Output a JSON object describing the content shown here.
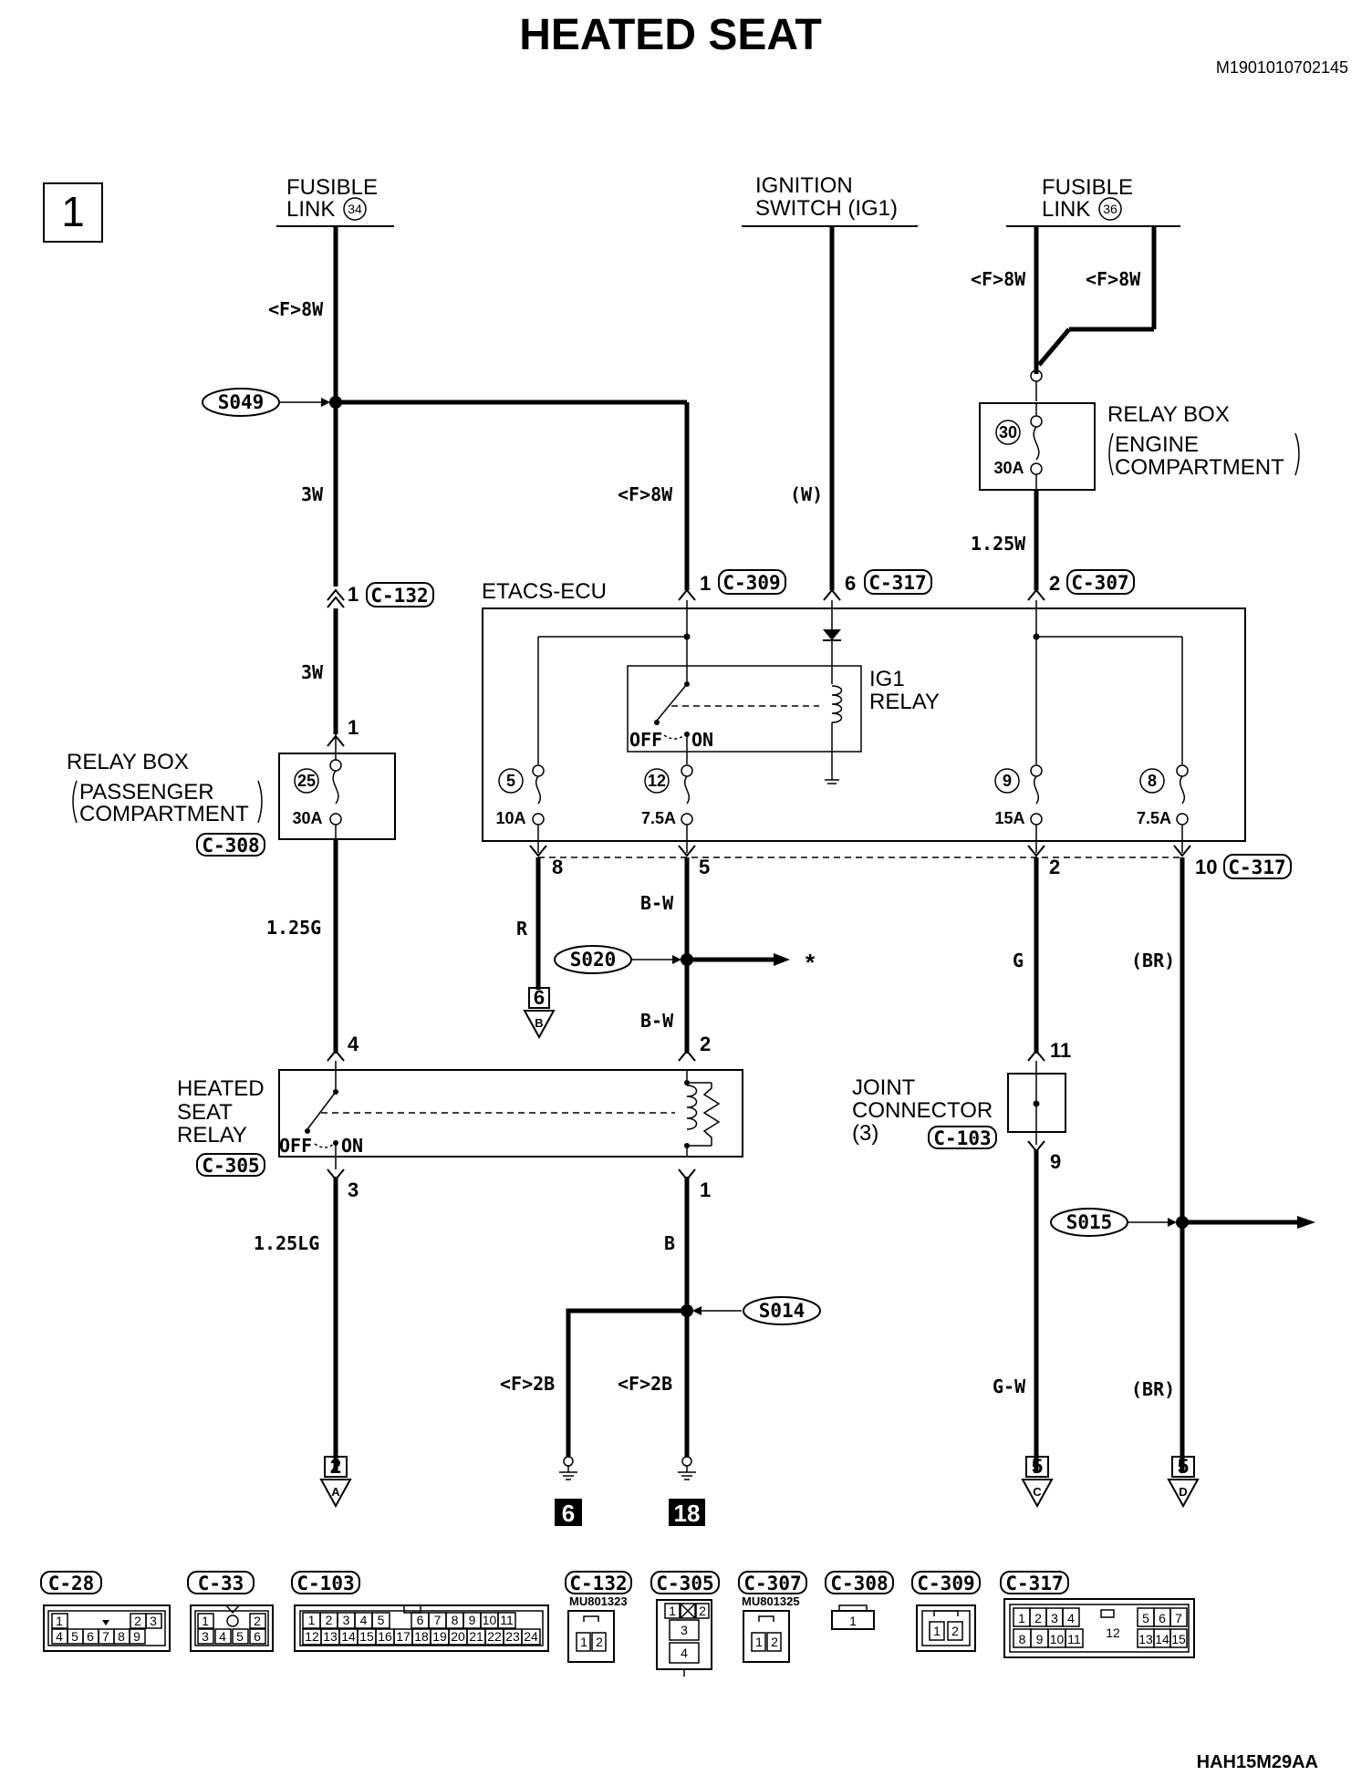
{
  "title": "HEATED SEAT",
  "code_top": "M1901010702145",
  "code_bottom": "HAH15M29AA",
  "page_box": "1",
  "power_sources": {
    "fusible_link_34": {
      "line1": "FUSIBLE",
      "line2": "LINK",
      "num": "34"
    },
    "ignition_switch": {
      "line1": "IGNITION",
      "line2": "SWITCH (IG1)"
    },
    "fusible_link_36": {
      "line1": "FUSIBLE",
      "line2": "LINK",
      "num": "36"
    }
  },
  "splices": {
    "s049": "S049",
    "s020": "S020",
    "s014": "S014",
    "s015": "S015"
  },
  "wires": {
    "w_f8w_left": "<F>8W",
    "w_3w_a": "3W",
    "w_3w_b": "3W",
    "w_125g": "1.25G",
    "w_125lg": "1.25LG",
    "w_f8w_mid": "<F>8W",
    "w_w": "(W)",
    "w_f8w_r1": "<F>8W",
    "w_f8w_r2": "<F>8W",
    "w_125w": "1.25W",
    "w_r": "R",
    "w_bw_a": "B-W",
    "w_bw_b": "B-W",
    "w_b": "B",
    "w_f2b_a": "<F>2B",
    "w_f2b_b": "<F>2B",
    "w_g": "G",
    "w_gw": "G-W",
    "w_br_a": "(BR)",
    "w_br_b": "(BR)"
  },
  "connectors": {
    "c132": "C-132",
    "c309": "C-309",
    "c317a": "C-317",
    "c307": "C-307",
    "c317b": "C-317",
    "c308": "C-308",
    "c305": "C-305",
    "c103": "C-103"
  },
  "pins": {
    "p132": "1",
    "p309": "1",
    "p317": "6",
    "p307": "2",
    "p_relay_in": "1",
    "p_ecu_8": "8",
    "p_ecu_5": "5",
    "p_ecu_2": "2",
    "p_ecu_10": "10",
    "p_hsr_4": "4",
    "p_hsr_2": "2",
    "p_hsr_3": "3",
    "p_hsr_1": "1",
    "p_jc_11": "11",
    "p_jc_9": "9"
  },
  "components": {
    "etacs": "ETACS-ECU",
    "ig1_relay": {
      "line1": "IG1",
      "line2": "RELAY"
    },
    "relay_box_engine": {
      "line1": "RELAY BOX",
      "line2": "ENGINE",
      "line3": "COMPARTMENT"
    },
    "relay_box_pass": {
      "line1": "RELAY BOX",
      "line2": "PASSENGER",
      "line3": "COMPARTMENT"
    },
    "heated_seat_relay": {
      "line1": "HEATED",
      "line2": "SEAT",
      "line3": "RELAY"
    },
    "joint_connector": {
      "line1": "JOINT",
      "line2": "CONNECTOR",
      "line3": "(3)"
    }
  },
  "fuses": {
    "f30": {
      "num": "30",
      "amp": "30A"
    },
    "f25": {
      "num": "25",
      "amp": "30A"
    },
    "f5": {
      "num": "5",
      "amp": "10A"
    },
    "f12": {
      "num": "12",
      "amp": "7.5A"
    },
    "f9": {
      "num": "9",
      "amp": "15A"
    },
    "f8": {
      "num": "8",
      "amp": "7.5A"
    }
  },
  "switch_labels": {
    "off": "OFF",
    "on": "ON"
  },
  "continuations": {
    "to_2a": {
      "num": "2",
      "letter": "A"
    },
    "to_6b": {
      "num": "6",
      "letter": "B"
    },
    "to_5c": {
      "num": "5",
      "letter": "C"
    },
    "to_5d": {
      "num": "5",
      "letter": "D"
    },
    "star": "*"
  },
  "grounds": {
    "g6": "6",
    "g18": "18"
  },
  "connector_views": {
    "c28": {
      "name": "C-28",
      "row1": [
        "1",
        "2",
        "3"
      ],
      "row2": [
        "4",
        "5",
        "6",
        "7",
        "8",
        "9"
      ]
    },
    "c33": {
      "name": "C-33",
      "row1": [
        "1",
        "2"
      ],
      "row2": [
        "3",
        "4",
        "5",
        "6"
      ]
    },
    "c103": {
      "name": "C-103",
      "row1": [
        "1",
        "2",
        "3",
        "4",
        "5",
        "6",
        "7",
        "8",
        "9",
        "10",
        "11"
      ],
      "row2": [
        "12",
        "13",
        "14",
        "15",
        "16",
        "17",
        "18",
        "19",
        "20",
        "21",
        "22",
        "23",
        "24"
      ]
    },
    "c132": {
      "name": "C-132",
      "part": "MU801323",
      "pins": [
        "1",
        "2"
      ]
    },
    "c305": {
      "name": "C-305",
      "pins": [
        "1",
        "2",
        "3",
        "4"
      ]
    },
    "c307": {
      "name": "C-307",
      "part": "MU801325",
      "pins": [
        "1",
        "2"
      ]
    },
    "c308": {
      "name": "C-308",
      "pins": [
        "1"
      ]
    },
    "c309": {
      "name": "C-309",
      "pins": [
        "1",
        "2"
      ]
    },
    "c317": {
      "name": "C-317",
      "row1a": [
        "1",
        "2",
        "3",
        "4"
      ],
      "row1b": [
        "5",
        "6",
        "7"
      ],
      "row2a": [
        "8",
        "9",
        "10",
        "11"
      ],
      "mid": "12",
      "row2b": [
        "13",
        "14",
        "15"
      ]
    }
  }
}
